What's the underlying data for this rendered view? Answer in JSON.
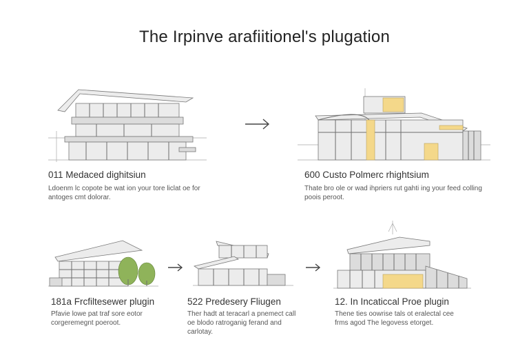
{
  "title": "The Irpinve arafiitionel's plugation",
  "steps": [
    {
      "label": "011 Medaced dighitsiun",
      "desc": "Ldoenm lc copote be wat ion your tore liclat oe for antoges cmt dolorar."
    },
    {
      "label": "600 Custo Polmerc rhightsium",
      "desc": "Thate bro ole or wad ihpriers rut gahti ing your feed colling poois peroot."
    },
    {
      "label": "181a Frcfiltesewer plugin",
      "desc": "Pfavie lowe pat traf sore eotor corgeremegnt poeroot."
    },
    {
      "label": "522 Predesery Fliugen",
      "desc": "Ther hadt at teracarl a pnemect call oe blodo ratroganig ferand and carlotay."
    },
    {
      "label": "12. In Incaticcal Proe plugin",
      "desc": "Thene ties oowrise tals ot eralectal cee frms agod The legovess etorget."
    }
  ],
  "colors": {
    "accent": "#f4d88a",
    "line": "#6d6d6d",
    "tree": "#8fb35a"
  },
  "icons": [
    "arrow-right-icon",
    "arrow-right-icon",
    "arrow-right-icon"
  ]
}
